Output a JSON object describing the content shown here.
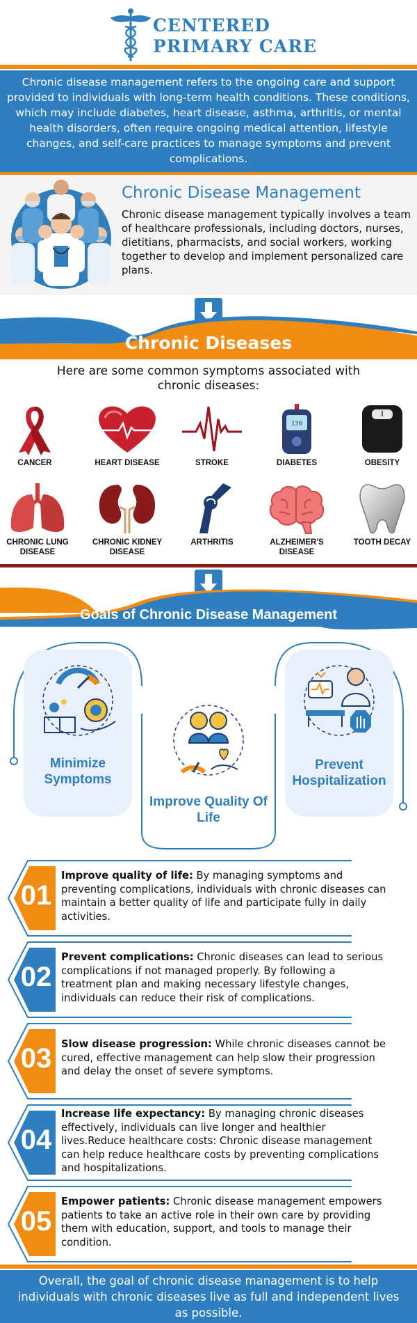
{
  "header": {
    "brand_line1": "CENTERED",
    "brand_line2": "PRIMARY CARE"
  },
  "intro": {
    "text": "Chronic disease management refers to the ongoing care and support provided to individuals with long-term health conditions. These conditions, which may include diabetes, heart disease, asthma, arthritis, or mental health disorders, often require ongoing medical attention, lifestyle changes, and self-care practices to manage symptoms and prevent complications."
  },
  "management": {
    "title": "Chronic Disease Management",
    "text": "Chronic disease management typically involves a team of healthcare professionals, including doctors, nurses, dietitians, pharmacists, and social workers, working together to develop and implement personalized care plans."
  },
  "chronic_diseases": {
    "title": "Chronic Diseases",
    "subtitle": "Here are some common symptoms associated with chronic diseases:",
    "items": [
      {
        "label": "CANCER",
        "icon": "ribbon-icon"
      },
      {
        "label": "HEART DISEASE",
        "icon": "heart-icon"
      },
      {
        "label": "STROKE",
        "icon": "pulse-icon"
      },
      {
        "label": "DIABETES",
        "icon": "glucose-meter-icon"
      },
      {
        "label": "OBESITY",
        "icon": "scale-icon"
      },
      {
        "label": "CHRONIC LUNG DISEASE",
        "icon": "lungs-icon"
      },
      {
        "label": "CHRONIC KIDNEY DISEASE",
        "icon": "kidneys-icon"
      },
      {
        "label": "ARTHRITIS",
        "icon": "knee-icon"
      },
      {
        "label": "ALZHEIMER'S DISEASE",
        "icon": "brain-icon"
      },
      {
        "label": "TOOTH DECAY",
        "icon": "tooth-icon"
      }
    ]
  },
  "goals": {
    "title": "Goals of Chronic Disease Management",
    "cards": [
      {
        "label": "Minimize Symptoms"
      },
      {
        "label": "Improve Quality Of Life"
      },
      {
        "label": "Prevent Hospitalization"
      }
    ]
  },
  "list": [
    {
      "num": "01",
      "heading": "Improve quality of life:",
      "text": " By managing symptoms and preventing complications, individuals with chronic diseases can maintain a better quality of life and participate fully in daily activities.",
      "color": "#f28b12"
    },
    {
      "num": "02",
      "heading": "Prevent complications:",
      "text": " Chronic diseases can lead to serious complications if not managed properly. By following a treatment plan and making necessary lifestyle changes, individuals can reduce their risk of complications.",
      "color": "#2f7fc0"
    },
    {
      "num": "03",
      "heading": "Slow disease progression:",
      "text": " While chronic diseases cannot be cured, effective management can help slow their progression and delay the onset of severe symptoms.",
      "color": "#f28b12"
    },
    {
      "num": "04",
      "heading": "Increase life expectancy:",
      "text": " By managing chronic diseases effectively, individuals can live longer and healthier lives.Reduce healthcare costs: Chronic disease management can help reduce healthcare costs by preventing complications and hospitalizations.",
      "color": "#2f7fc0"
    },
    {
      "num": "05",
      "heading": "Empower patients:",
      "text": " Chronic disease management empowers patients to take an active role in their own care by providing them with education, support, and tools to manage their condition.",
      "color": "#f28b12"
    }
  ],
  "footer": {
    "text": "Overall, the goal of chronic disease management is to help individuals with chronic diseases live as full and independent lives as possible."
  },
  "colors": {
    "primary_blue": "#2f7fc0",
    "accent_orange": "#f28b12",
    "dark_red": "#8b1a1a"
  }
}
